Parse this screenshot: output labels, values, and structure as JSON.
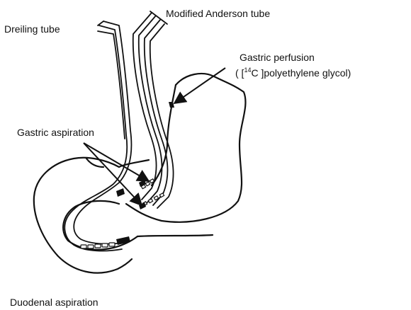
{
  "diagram": {
    "labels": {
      "modified_anderson_tube": "Modified Anderson tube",
      "dreiling_tube": "Dreiling tube",
      "gastric_perfusion_line1": "Gastric perfusion",
      "gastric_perfusion_line2_pre": "( [",
      "gastric_perfusion_sup": "14",
      "gastric_perfusion_line2_post": "C ]polyethylene glycol)",
      "gastric_aspiration": "Gastric aspiration",
      "duodenal_aspiration": "Duodenal aspiration"
    }
  }
}
